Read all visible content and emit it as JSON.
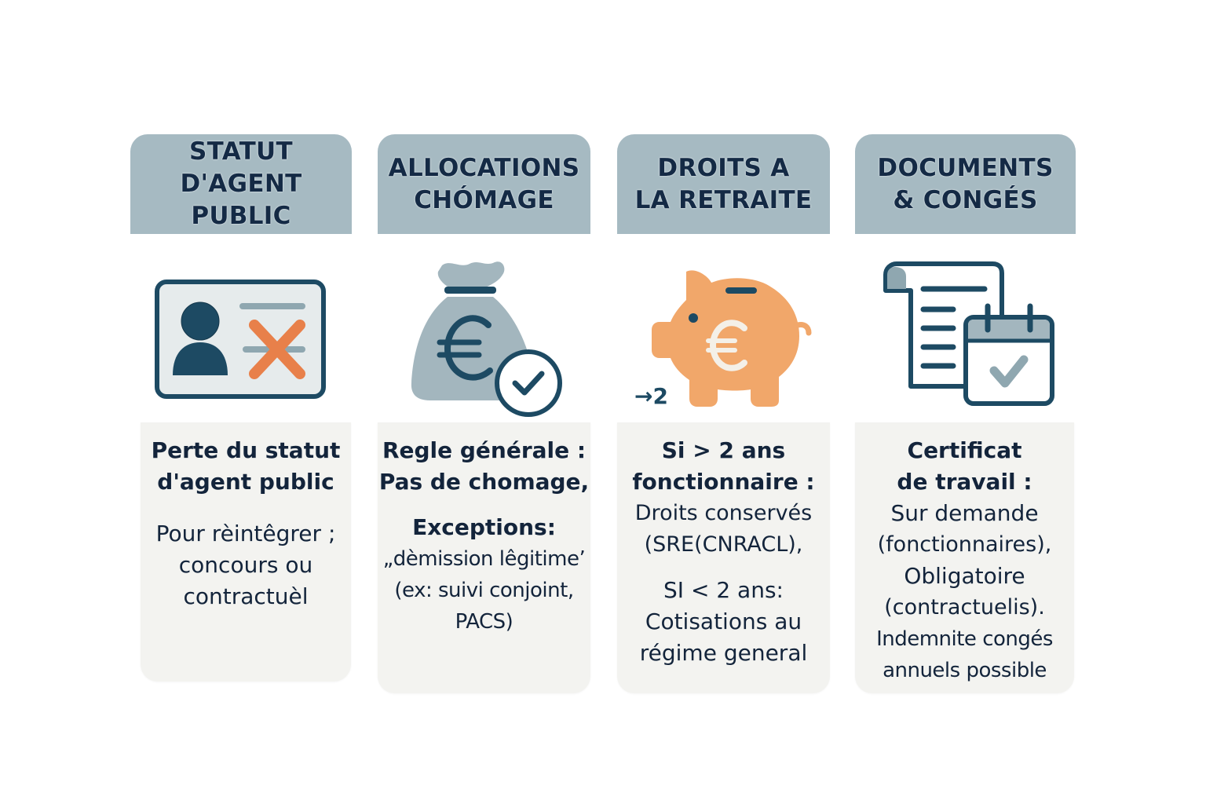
{
  "columns": [
    {
      "header": {
        "line1": "STATUT",
        "line2": "D'AGENT PUBLIC"
      },
      "icon": "id-card-revoked-icon",
      "card": {
        "title_lines": [
          "Perte du statut",
          "d'agent public"
        ],
        "body_lines": [
          "Pour rèintêgrer ;",
          "concours ou",
          "contractuèl"
        ]
      }
    },
    {
      "header": {
        "line1": "ALLOCATIONS",
        "line2": "CHÓMAGE"
      },
      "icon": "money-bag-check-icon",
      "card": {
        "title_lines": [
          "Regle générale :",
          "Pas de chomage,"
        ],
        "subtitle": "Exceptions:",
        "body_lines": [
          "„dèmission lêgitime’",
          "(ex: suivi conjoint,",
          "PACS)"
        ]
      }
    },
    {
      "header": {
        "line1": "DROITS A",
        "line2": "LA RETRAITE"
      },
      "icon": "piggy-bank-euro-icon",
      "icon_label": "→2",
      "card": {
        "title_lines": [
          "Si > 2 ans",
          "fonctionnaire :"
        ],
        "body_lines": [
          "Droits conservés",
          "(SRE(CNRACL),"
        ],
        "subtitle": "SI < 2 ans:",
        "body2_lines": [
          "Cotisations au",
          "régime general"
        ]
      }
    },
    {
      "header": {
        "line1": "DOCUMENTS",
        "line2": "& CONGÉS"
      },
      "icon": "document-calendar-check-icon",
      "card": {
        "title_lines": [
          "Certificat",
          "de travail :"
        ],
        "body_lines": [
          "Sur demande",
          "(fonctionnaires),",
          "Obligatoire",
          "(contractuelis).",
          "Indemnite congés",
          "annuels possible"
        ]
      }
    }
  ],
  "colors": {
    "header_bg": "#a6bac2",
    "card_bg": "#f3f3f0",
    "dark_navy": "#1d4a63",
    "text_navy": "#13243b",
    "orange": "#e8804a",
    "piggy_orange": "#f1a76a",
    "bag_gray": "#a3b6be",
    "icon_light": "#e6ebec"
  }
}
